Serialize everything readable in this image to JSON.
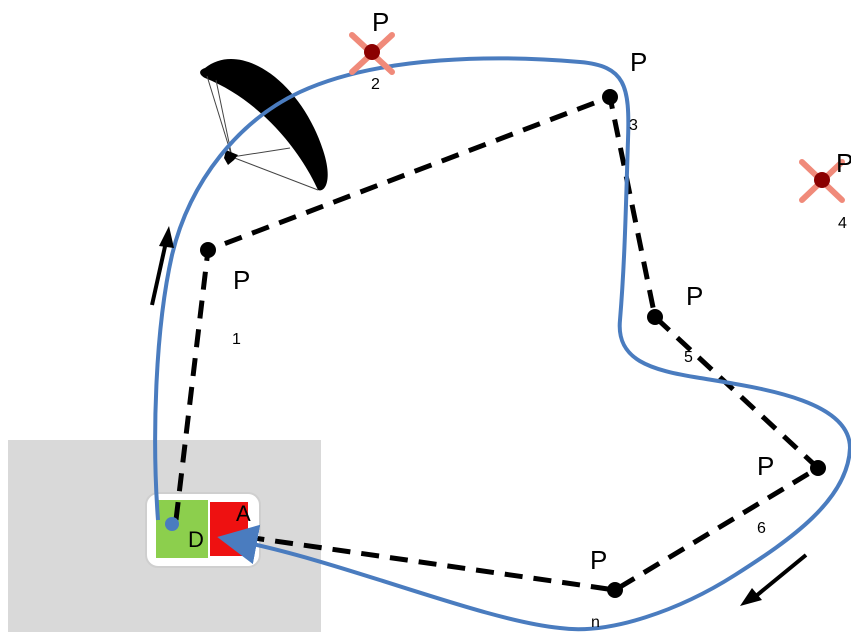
{
  "zone": {
    "color": "#d9d9d9"
  },
  "route": {
    "color": "#4a7cbf",
    "dash_color": "#000000"
  },
  "base": {
    "depart_label": "D",
    "arrival_label": "A",
    "depart_color": "#8ccf4d",
    "arrival_color": "#ee1111"
  },
  "points": [
    {
      "id": "p1",
      "letter": "P",
      "sub": "1",
      "status": "valid"
    },
    {
      "id": "p2",
      "letter": "P",
      "sub": "2",
      "status": "cancelled"
    },
    {
      "id": "p3",
      "letter": "P",
      "sub": "3",
      "status": "valid"
    },
    {
      "id": "p4",
      "letter": "P",
      "sub": "4",
      "status": "cancelled"
    },
    {
      "id": "p5",
      "letter": "P",
      "sub": "5",
      "status": "valid"
    },
    {
      "id": "p6",
      "letter": "P",
      "sub": "6",
      "status": "valid"
    },
    {
      "id": "pn",
      "letter": "P",
      "sub": "n",
      "status": "valid"
    }
  ],
  "icons": [
    "paraglider-icon",
    "arrow-up-icon",
    "arrow-down-left-icon",
    "cross-icon"
  ],
  "cross_color": "#f08a7a"
}
